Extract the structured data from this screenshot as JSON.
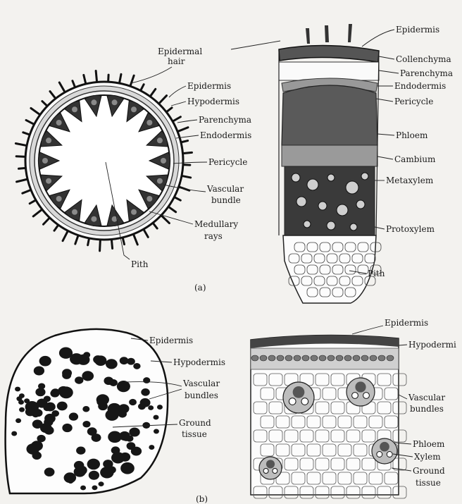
{
  "figure": {
    "part_a": {
      "caption": "(a)",
      "left_labels": {
        "epidermal_hair": [
          "Epidermal",
          "hair"
        ],
        "epidermis": "Epidermis",
        "hypodermis": "Hypodermis",
        "parenchyma": "Parenchyma",
        "endodermis": "Endodermis",
        "pericycle": "Pericycle",
        "vascular_bundle": [
          "Vascular",
          "bundle"
        ],
        "medullary_rays": [
          "Medullary",
          "rays"
        ],
        "pith": "Pith"
      },
      "right_labels": {
        "epidermis": "Epidermis",
        "collenchyma": "Collenchyma",
        "parenchyma": "Parenchyma",
        "endodermis": "Endodermis",
        "pericycle": "Pericycle",
        "phloem": "Phloem",
        "cambium": "Cambium",
        "metaxylem": "Metaxylem",
        "protoxylem": "Protoxylem",
        "pith": "Pith"
      }
    },
    "part_b": {
      "caption": "(b)",
      "left_labels": {
        "epidermis": "Epidermis",
        "hypodermis": "Hypodermis",
        "vascular_bundles": [
          "Vascular",
          "bundles"
        ],
        "ground_tissue": [
          "Ground",
          "tissue"
        ]
      },
      "right_labels": {
        "epidermis": "Epidermis",
        "hypodermis": "Hypodermi",
        "vascular_bundles": [
          "Vascular",
          "bundles"
        ],
        "phloem": "Phloem",
        "xylem": "Xylem",
        "ground_tissue": [
          "Ground",
          "tissue"
        ]
      }
    }
  },
  "colors": {
    "ink": "#1a1a1a",
    "paper": "#f3f2ef",
    "tissue_dark": "#3a3a3a",
    "tissue_mid": "#7a7a7a"
  }
}
